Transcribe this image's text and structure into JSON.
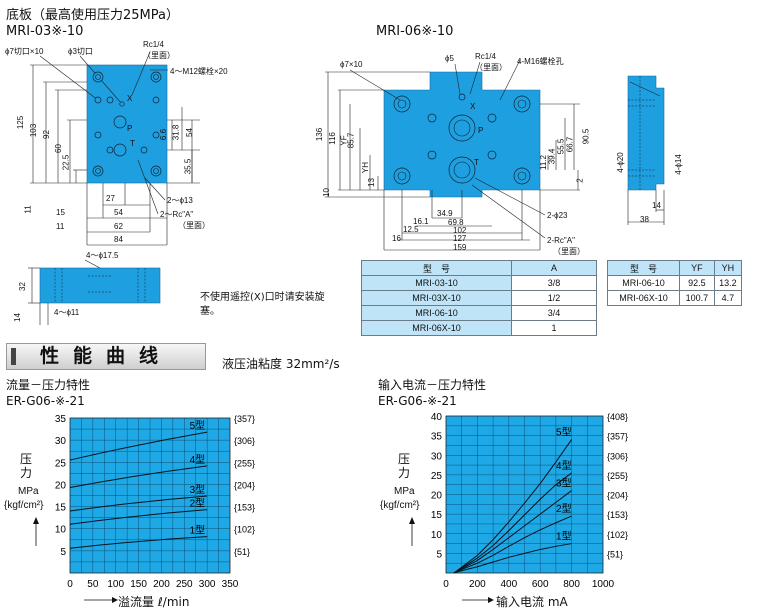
{
  "header": {
    "title": "底板（最高使用压力25MPa）",
    "model_left": "MRI-03※-10",
    "model_right": "MRI-06※-10"
  },
  "left_drawing": {
    "callouts": {
      "cut7": "ϕ7切口×10",
      "cut3": "ϕ3切口",
      "rc14": "Rc1/4",
      "rc14_back": "（里面）",
      "bolt": "4～M12螺栓×20",
      "hole13": "2～ϕ13",
      "rcA": "2～Rc\"A\"",
      "rcA_back": "（里面）",
      "bottom_holes": "4～ϕ17.5",
      "bottom_holes2": "4～ϕ11"
    },
    "port_labels": {
      "x": "X",
      "p": "P",
      "t": "T"
    },
    "dims": {
      "d125": "125",
      "d103": "103",
      "d92": "92",
      "d60": "60",
      "d225": "22.5",
      "d11v": "11",
      "d66": "6.6",
      "d318": "31.8",
      "d54v": "54",
      "d355": "35.5",
      "d27": "27",
      "d54h": "54",
      "d15": "15",
      "d11h": "11",
      "d62": "62",
      "d84": "84",
      "d32": "32",
      "d14": "14"
    },
    "note": "不使用遥控(X)口时请安装旋塞。"
  },
  "right_drawing": {
    "callouts": {
      "cut7": "ϕ7×10",
      "hole5": "ϕ5",
      "rc14": "Rc1/4",
      "rc14_back": "（里面）",
      "bolt": "4-M16螺栓孔",
      "hole23": "2-ϕ23",
      "rcA": "2-Rc\"A\"",
      "rcA_back": "（里面）",
      "side20": "4-ϕ20",
      "side14": "4-ϕ14"
    },
    "port_labels": {
      "x": "X",
      "p": "P",
      "t": "T"
    },
    "dims": {
      "d136": "136",
      "d116": "116",
      "dYF": "YF",
      "d857": "85.7",
      "dYH": "YH",
      "d13": "13",
      "d10": "10",
      "d112": "11.2",
      "d394": "39.4",
      "d555": "55.5",
      "d667": "66.7",
      "d905": "90.5",
      "d2": "2",
      "d349": "34.9",
      "d161": "16.1",
      "d698": "69.8",
      "d125": "12.5",
      "d102": "102",
      "d16": "16",
      "d127": "127",
      "d159": "159",
      "d14s": "14",
      "d38": "38"
    }
  },
  "table_a": {
    "headers": [
      "型　号",
      "A"
    ],
    "rows": [
      [
        "MRI-03-10",
        "3/8"
      ],
      [
        "MRI-03X-10",
        "1/2"
      ],
      [
        "MRI-06-10",
        "3/4"
      ],
      [
        "MRI-06X-10",
        "1"
      ]
    ]
  },
  "table_b": {
    "headers": [
      "型　号",
      "YF",
      "YH"
    ],
    "rows": [
      [
        "MRI-06-10",
        "92.5",
        "13.2"
      ],
      [
        "MRI-06X-10",
        "100.7",
        "4.7"
      ]
    ]
  },
  "section": {
    "banner": "性能曲线",
    "viscosity": "液压油粘度 32mm²/s"
  },
  "colors": {
    "part_fill": "#1e9fe0",
    "chart_fill": "#1ea8e6",
    "header_fill": "#bfe4f7"
  },
  "chart_data": [
    {
      "type": "line",
      "title": "流量－压力特性",
      "subtitle": "ER-G06-※-21",
      "xlabel": "溢流量 ℓ/min",
      "ylabel": "压力 MPa {kgf/cm²}",
      "xlim": [
        0,
        350
      ],
      "ylim": [
        0,
        35
      ],
      "xticks": [
        0,
        50,
        100,
        150,
        200,
        250,
        300,
        350
      ],
      "yticks": [
        5,
        10,
        15,
        20,
        25,
        30,
        35
      ],
      "right_labels": [
        {
          "y": 35,
          "text": "{357}"
        },
        {
          "y": 30,
          "text": "{306}"
        },
        {
          "y": 25,
          "text": "{255}"
        },
        {
          "y": 20,
          "text": "{204}"
        },
        {
          "y": 15,
          "text": "{153}"
        },
        {
          "y": 10,
          "text": "{102}"
        },
        {
          "y": 5,
          "text": "{51}"
        }
      ],
      "grid": true,
      "series": [
        {
          "name": "5型",
          "x": [
            0,
            300
          ],
          "y": [
            25.5,
            31.8
          ]
        },
        {
          "name": "4型",
          "x": [
            0,
            300
          ],
          "y": [
            19.3,
            24.2
          ]
        },
        {
          "name": "3型",
          "x": [
            0,
            300
          ],
          "y": [
            14.0,
            17.4
          ]
        },
        {
          "name": "2型",
          "x": [
            0,
            300
          ],
          "y": [
            11.0,
            14.3
          ]
        },
        {
          "name": "1型",
          "x": [
            0,
            300
          ],
          "y": [
            5.6,
            8.2
          ]
        }
      ]
    },
    {
      "type": "line",
      "title": "输入电流－压力特性",
      "subtitle": "ER-G06-※-21",
      "xlabel": "输入电流 mA",
      "ylabel": "压力 MPa {kgf/cm²}",
      "xlim": [
        0,
        1000
      ],
      "ylim": [
        0,
        40
      ],
      "xticks": [
        0,
        200,
        400,
        600,
        800,
        1000
      ],
      "yticks": [
        5,
        10,
        15,
        20,
        25,
        30,
        35,
        40
      ],
      "right_labels": [
        {
          "y": 40,
          "text": "{408}"
        },
        {
          "y": 35,
          "text": "{357}"
        },
        {
          "y": 30,
          "text": "{306}"
        },
        {
          "y": 25,
          "text": "{255}"
        },
        {
          "y": 20,
          "text": "{204}"
        },
        {
          "y": 15,
          "text": "{153}"
        },
        {
          "y": 10,
          "text": "{102}"
        },
        {
          "y": 5,
          "text": "{51}"
        }
      ],
      "grid": true,
      "series": [
        {
          "name": "5型",
          "x": [
            100,
            200,
            300,
            400,
            500,
            600,
            700,
            800
          ],
          "y": [
            1.5,
            4.5,
            8.5,
            13.0,
            17.8,
            22.8,
            28.3,
            34.0
          ]
        },
        {
          "name": "4型",
          "x": [
            100,
            200,
            300,
            400,
            500,
            600,
            700,
            800
          ],
          "y": [
            1.3,
            3.8,
            7.0,
            10.8,
            14.8,
            18.8,
            22.5,
            25.5
          ]
        },
        {
          "name": "3型",
          "x": [
            100,
            200,
            300,
            400,
            500,
            600,
            700,
            800
          ],
          "y": [
            1.1,
            3.2,
            6.0,
            9.0,
            12.0,
            15.0,
            18.0,
            21.0
          ]
        },
        {
          "name": "2型",
          "x": [
            100,
            200,
            300,
            400,
            500,
            600,
            700,
            800
          ],
          "y": [
            0.9,
            2.5,
            4.5,
            6.8,
            9.0,
            11.0,
            12.8,
            14.5
          ]
        },
        {
          "name": "1型",
          "x": [
            100,
            200,
            300,
            400,
            500,
            600,
            700,
            800
          ],
          "y": [
            0.6,
            1.6,
            2.8,
            4.0,
            5.0,
            6.0,
            6.8,
            7.5
          ]
        }
      ]
    }
  ]
}
